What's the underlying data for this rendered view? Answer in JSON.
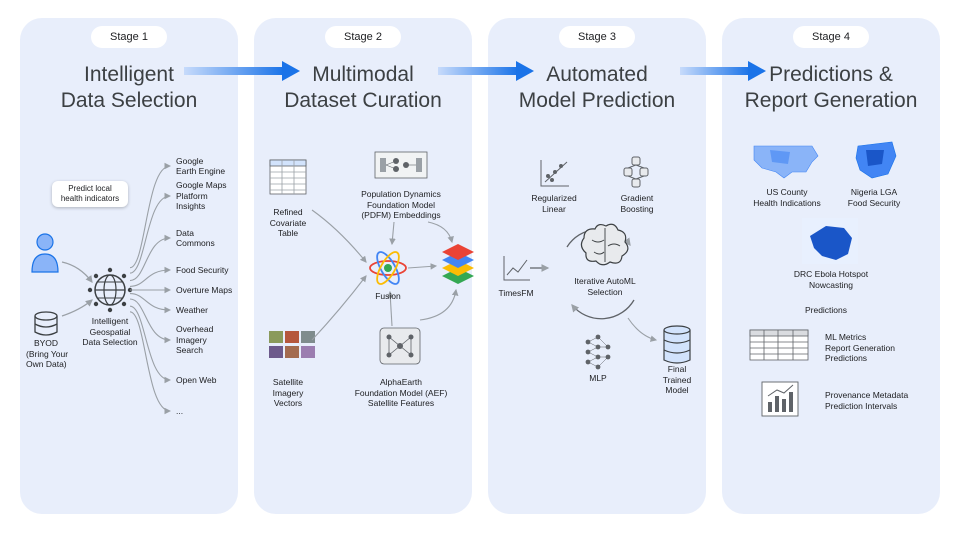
{
  "stages": [
    {
      "pill": "Stage 1",
      "title_1": "Intelligent",
      "title_2": "Data Selection"
    },
    {
      "pill": "Stage 2",
      "title_1": "Multimodal",
      "title_2": "Dataset Curation"
    },
    {
      "pill": "Stage 3",
      "title_1": "Automated",
      "title_2": "Model Prediction"
    },
    {
      "pill": "Stage 4",
      "title_1": "Predictions &",
      "title_2": "Report Generation"
    }
  ],
  "stage1": {
    "bubble_1": "Predict local",
    "bubble_2": "health indicators",
    "byod_1": "BYOD",
    "byod_2": "(Bring Your",
    "byod_3": "Own Data)",
    "hub_1": "Intelligent",
    "hub_2": "Geospatial",
    "hub_3": "Data Selection",
    "sources": [
      [
        "Google",
        "Earth Engine"
      ],
      [
        "Google Maps",
        "Platform",
        "Insights"
      ],
      [
        "Data",
        "Commons"
      ],
      [
        "Food Security"
      ],
      [
        "Overture Maps"
      ],
      [
        "Weather"
      ],
      [
        "Overhead",
        "Imagery",
        "Search"
      ],
      [
        "Open Web"
      ],
      [
        "..."
      ]
    ]
  },
  "stage2": {
    "table_1": "Refined",
    "table_2": "Covariate",
    "table_3": "Table",
    "sat_1": "Satellite",
    "sat_2": "Imagery",
    "sat_3": "Vectors",
    "pdfm_1": "Population Dynamics",
    "pdfm_2": "Foundation Model",
    "pdfm_3": "(PDFM) Embeddings",
    "fusion": "Fusion",
    "aef_1": "AlphaEarth",
    "aef_2": "Foundation Model (AEF)",
    "aef_3": "Satellite Features"
  },
  "stage3": {
    "reg_1": "Regularized",
    "reg_2": "Linear",
    "gb_1": "Gradient",
    "gb_2": "Boosting",
    "tfm": "TimesFM",
    "automl_1": "Iterative AutoML",
    "automl_2": "Selection",
    "mlp": "MLP",
    "final_1": "Final",
    "final_2": "Trained",
    "final_3": "Model"
  },
  "stage4": {
    "us_1": "US County",
    "us_2": "Health Indications",
    "ng_1": "Nigeria LGA",
    "ng_2": "Food Security",
    "drc_1": "DRC Ebola Hotspot",
    "drc_2": "Nowcasting",
    "predictions": "Predictions",
    "m1": "ML Metrics",
    "m2": "Report Generation",
    "m3": "Predictions",
    "p1": "Provenance Metadata",
    "p2": "Prediction Intervals"
  },
  "colors": {
    "panel": "#e8eefb",
    "arrow_start": "#c7dbfb",
    "arrow_end": "#1a73e8",
    "gray_line": "#9aa0a6",
    "icon": "#5f6368"
  }
}
